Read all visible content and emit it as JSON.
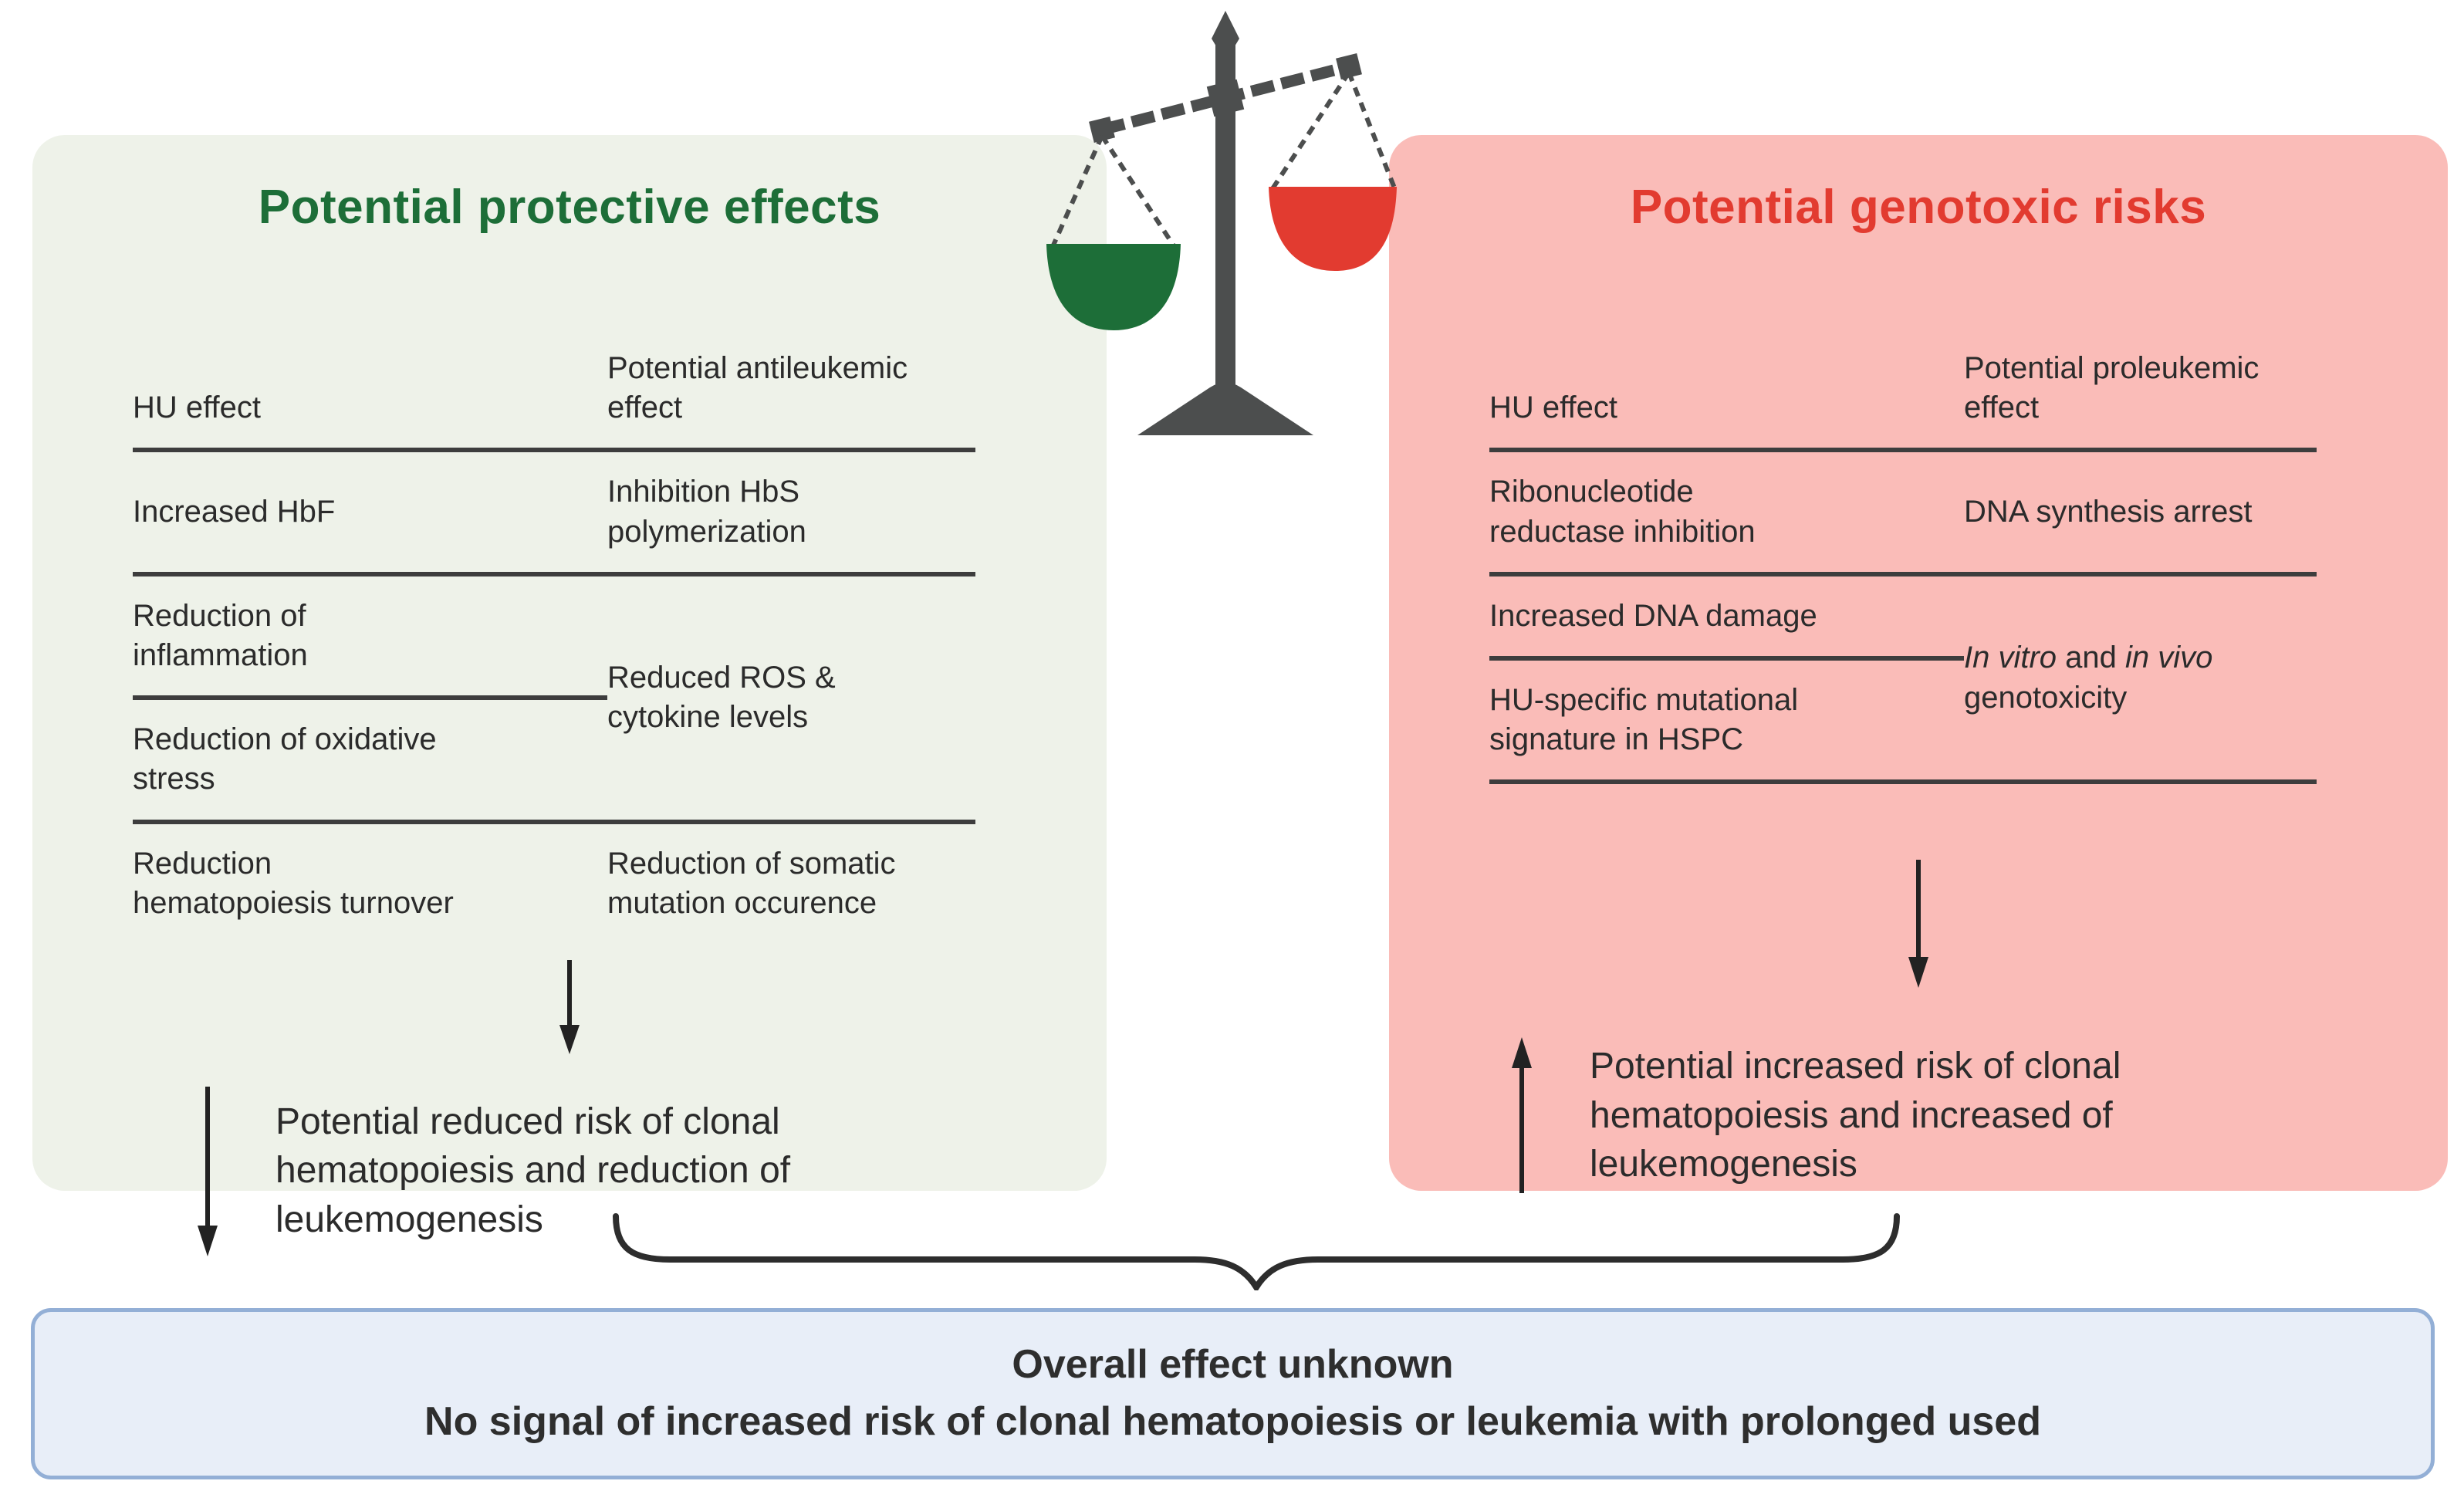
{
  "colors": {
    "left_panel_bg": "#eef2e9",
    "right_panel_bg": "#fabcb8",
    "green_accent": "#1d6e38",
    "red_accent": "#e23b30",
    "scale_frame": "#4c4e4e",
    "text": "#2b2b2b",
    "divider": "#3d3d3d",
    "footer_bg": "#e8eef8",
    "footer_border": "#93afd6"
  },
  "icons": {
    "scale": "balance-scale-icon",
    "left_pan": "green-scale-pan",
    "right_pan": "red-scale-pan",
    "down_arrow": "arrow-down-icon",
    "up_arrow": "arrow-up-icon",
    "brace": "curly-brace-icon"
  },
  "left_panel": {
    "title": "Potential protective effects",
    "table": {
      "header_col1": "HU effect",
      "header_col2": "Potential antileukemic\neffect",
      "r1c1": "Increased HbF",
      "r1c2": "Inhibition HbS\npolymerization",
      "r2c1": "Reduction of\ninflammation",
      "r2c2": "Reduced ROS &\ncytokine levels",
      "r3c1": "Reduction of oxidative\nstress",
      "r4c1": "Reduction\nhematopoiesis turnover",
      "r4c2": "Reduction of somatic\nmutation occurence"
    },
    "conclusion": "Potential reduced risk of clonal\nhematopoiesis and reduction of\nleukemogenesis"
  },
  "right_panel": {
    "title": "Potential genotoxic risks",
    "table": {
      "header_col1": "HU effect",
      "header_col2": "Potential proleukemic\neffect",
      "r1c1": "Ribonucleotide\nreductase inhibition",
      "r1c2": "DNA synthesis arrest",
      "r2c1": "Increased DNA damage",
      "r2c2_italic1": "In vitro",
      "r2c2_mid": " and ",
      "r2c2_italic2": "in vivo",
      "r2c2_rest": "\ngenotoxicity",
      "r3c1": "HU-specific mutational\nsignature in HSPC"
    },
    "conclusion": "Potential increased risk of clonal\nhematopoiesis and increased of\nleukemogenesis"
  },
  "footer": {
    "line1": "Overall effect unknown",
    "line2": "No signal of increased risk of clonal hematopoiesis or leukemia with prolonged used"
  }
}
